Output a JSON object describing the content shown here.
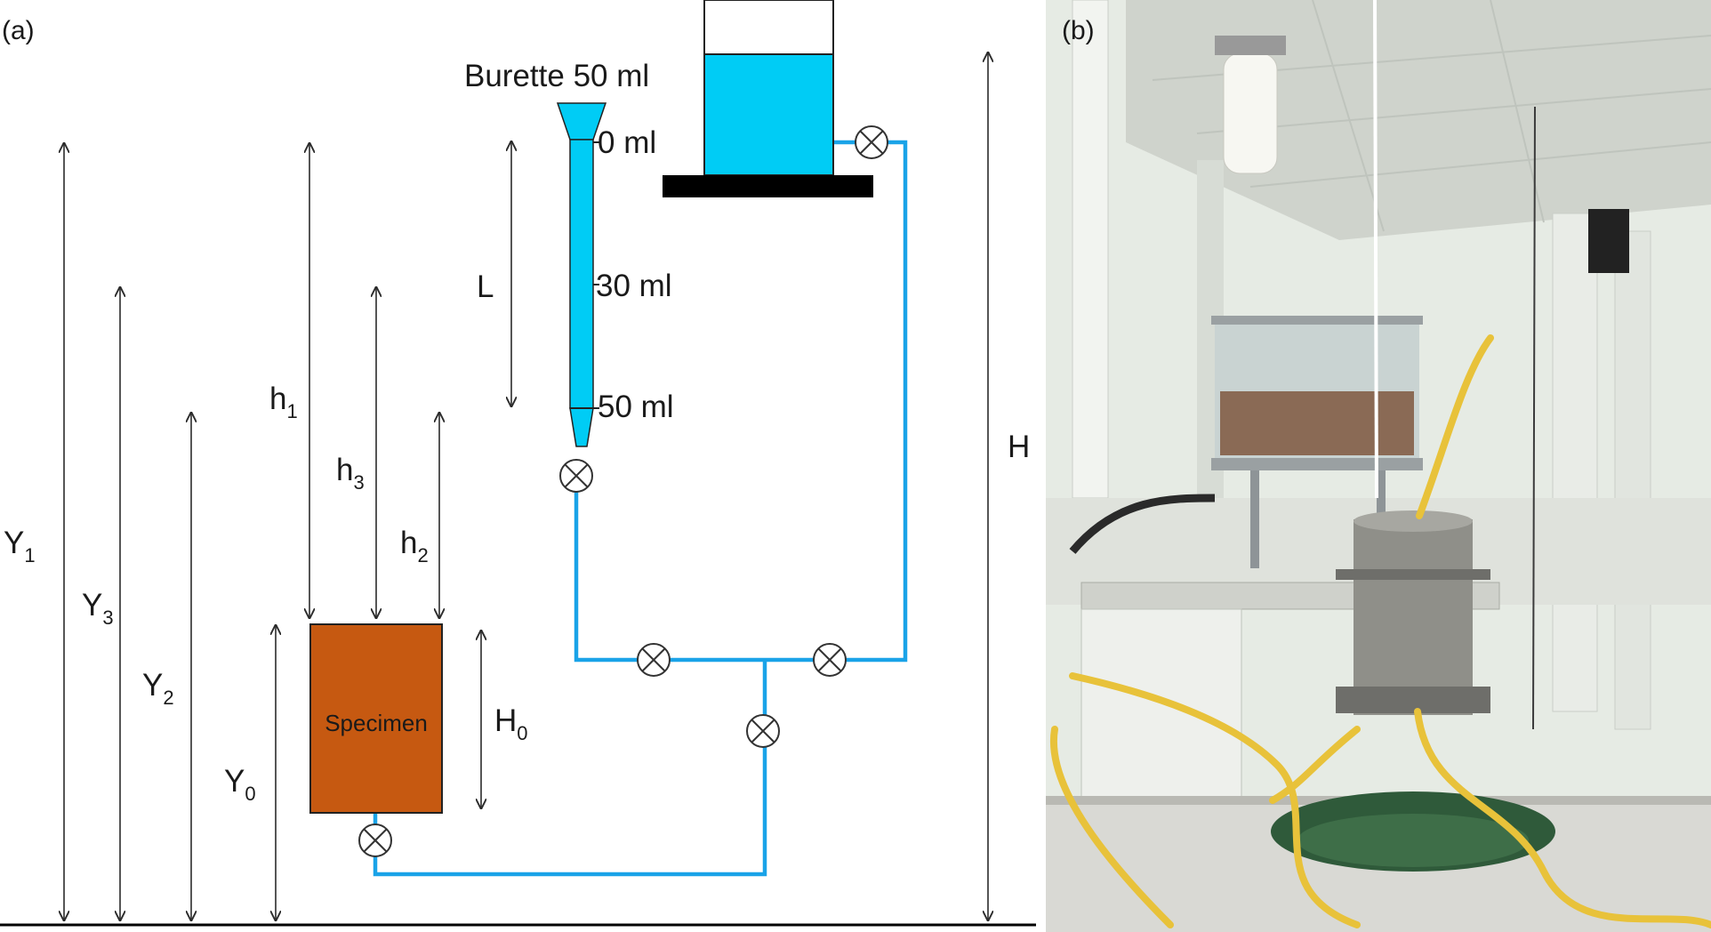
{
  "panels": {
    "left_label": "(a)",
    "right_label": "(b)"
  },
  "burette": {
    "title": "Burette 50 ml",
    "marks": [
      {
        "label": "0 ml"
      },
      {
        "label": "30 ml"
      },
      {
        "label": "50 ml"
      }
    ]
  },
  "specimen": {
    "label": "Specimen"
  },
  "dimensions": {
    "Y1": {
      "main": "Y",
      "sub": "1"
    },
    "Y3": {
      "main": "Y",
      "sub": "3"
    },
    "Y2": {
      "main": "Y",
      "sub": "2"
    },
    "Y0": {
      "main": "Y",
      "sub": "0"
    },
    "h1": {
      "main": "h",
      "sub": "1"
    },
    "h3": {
      "main": "h",
      "sub": "3"
    },
    "h2": {
      "main": "h",
      "sub": "2"
    },
    "L": {
      "main": "L"
    },
    "H0": {
      "main": "H",
      "sub": "0"
    },
    "H": {
      "main": "H"
    }
  },
  "colors": {
    "water": "#00ccf5",
    "pipe": "#1aa3e8",
    "specimen": "#c65911",
    "stand": "#000000",
    "photo_wall": "#e6ebe4",
    "photo_ceiling": "#cfd3cc",
    "hose": "#e8c23a",
    "cylinder": "#8f8f89",
    "tray": "#2f5a3a"
  },
  "icons": {
    "valve": "valve-icon"
  }
}
